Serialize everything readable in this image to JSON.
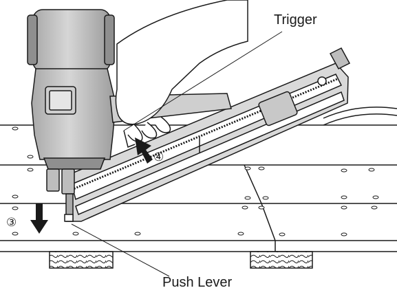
{
  "labels": {
    "trigger": "Trigger",
    "push_lever": "Push Lever"
  },
  "steps": {
    "press_down": "③",
    "pull_trigger": "④"
  },
  "colors": {
    "ink": "#1a1a1a",
    "paper": "#ffffff",
    "tool_shade": "#bdbdbd"
  }
}
